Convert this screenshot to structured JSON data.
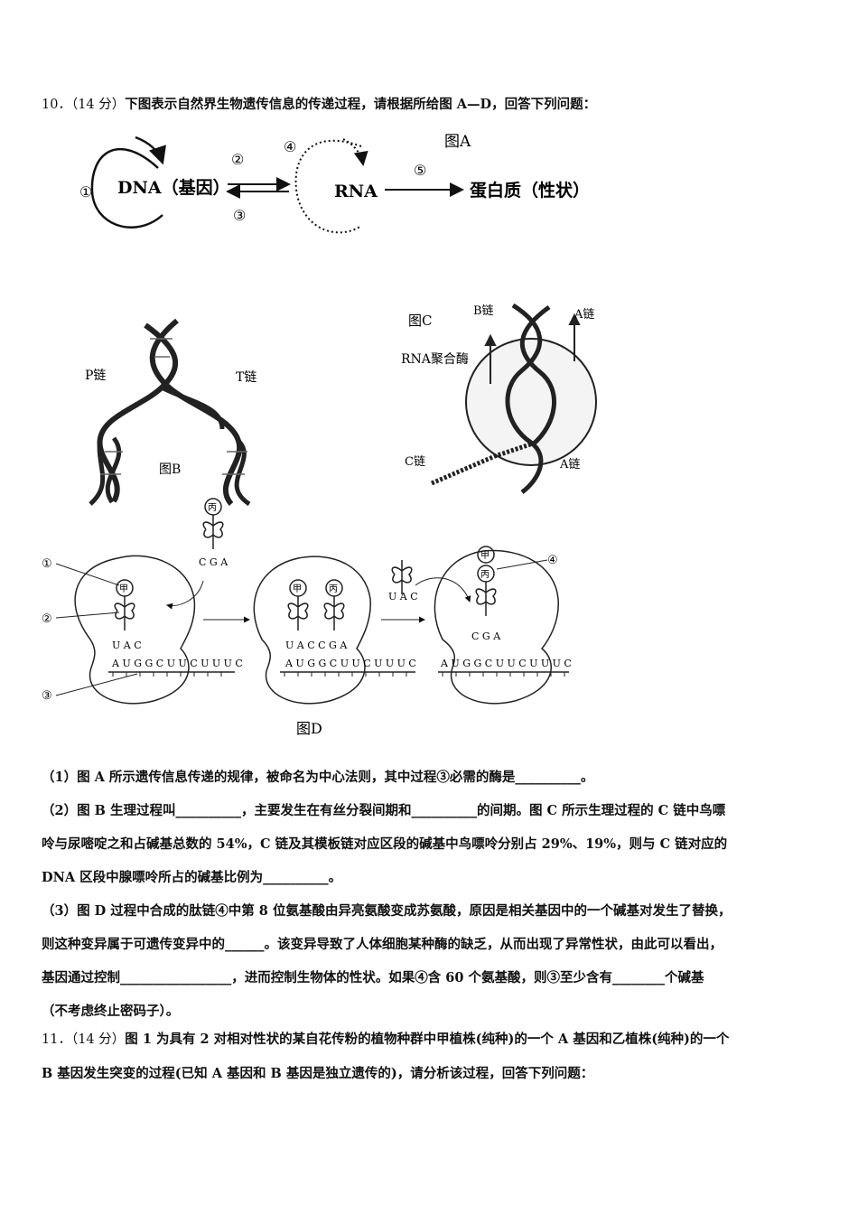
{
  "q10": {
    "number": "10．",
    "score": "（14 分）",
    "stem": "下图表示自然界生物遗传信息的传递过程，请根据所给图 A—D，回答下列问题："
  },
  "figA": {
    "caption": "图A",
    "dna": "DNA（基因）",
    "rna": "RNA",
    "protein": "蛋白质（性状）",
    "m1": "①",
    "m2": "②",
    "m3": "③",
    "m4": "④",
    "m5": "⑤"
  },
  "figB": {
    "caption": "图B",
    "left_label": "P链",
    "right_label": "T链"
  },
  "figC": {
    "caption": "图C",
    "b_chain": "B链",
    "a_chain_top": "A链",
    "enzyme": "RNA聚合酶",
    "c_chain": "C链",
    "a_chain_bottom": "A链"
  },
  "figD": {
    "caption": "图D",
    "m1": "①",
    "m2": "②",
    "m3": "③",
    "m4": "④",
    "jia": "甲",
    "bing": "丙",
    "cga": "C G A",
    "uac": "U A C",
    "mrna": "A U G G C U U C U U U C",
    "anticodon1": "U A C",
    "anticodon2": "U A C C G A",
    "anticodon3": "C G A"
  },
  "q10_parts": [
    "（1）图 A 所示遗传信息传递的规律，被命名为中心法则，其中过程③必需的酶是__________。",
    "（2）图 B 生理过程叫__________，主要发生在有丝分裂间期和__________的间期。图 C 所示生理过程的 C 链中鸟嘌",
    "呤与尿嘧啶之和占碱基总数的 54%，C 链及其模板链对应区段的碱基中鸟嘌呤分别占 29%、19%，则与 C 链对应的",
    "DNA 区段中腺嘌呤所占的碱基比例为__________。",
    "（3）图 D 过程中合成的肽链④中第 8 位氨基酸由异亮氨酸变成苏氨酸，原因是相关基因中的一个碱基对发生了替换，",
    "则这种变异属于可遗传变异中的______。该变异导致了人体细胞某种酶的缺乏，从而出现了异常性状，由此可以看出，",
    "基因通过控制_________________，进而控制生物体的性状。如果④含 60 个氨基酸，则③至少含有________个碱基",
    "（不考虑终止密码子）。"
  ],
  "q11": {
    "number": "11．",
    "score": "（14 分）",
    "line1": "图 1 为具有 2 对相对性状的某自花传粉的植物种群中甲植株(纯种)的一个 A 基因和乙植株(纯种)的一个",
    "line2": "B 基因发生突变的过程(已知 A 基因和 B 基因是独立遗传的)，请分析该过程，回答下列问题："
  }
}
